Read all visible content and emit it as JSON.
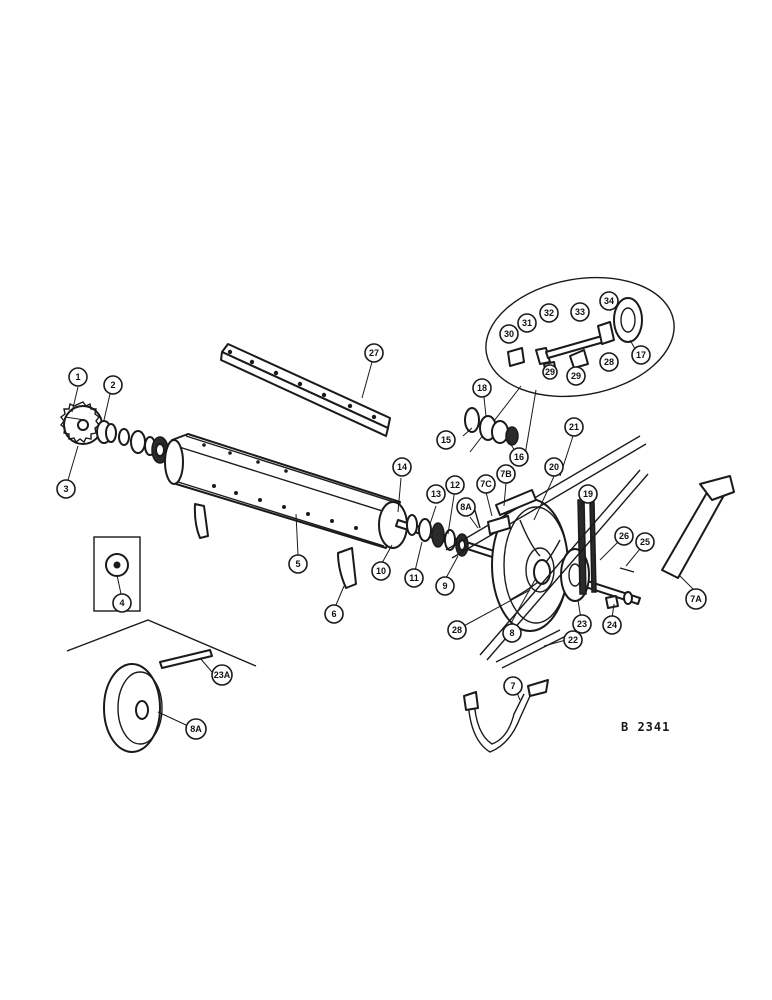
{
  "drawing_number": "B 2341",
  "callouts": [
    {
      "label": "1"
    },
    {
      "label": "2"
    },
    {
      "label": "3"
    },
    {
      "label": "4"
    },
    {
      "label": "5"
    },
    {
      "label": "6"
    },
    {
      "label": "7"
    },
    {
      "label": "7A"
    },
    {
      "label": "7B"
    },
    {
      "label": "7C"
    },
    {
      "label": "8"
    },
    {
      "label": "8A"
    },
    {
      "label": "8A"
    },
    {
      "label": "9"
    },
    {
      "label": "10"
    },
    {
      "label": "11"
    },
    {
      "label": "12"
    },
    {
      "label": "13"
    },
    {
      "label": "14"
    },
    {
      "label": "15"
    },
    {
      "label": "16"
    },
    {
      "label": "17"
    },
    {
      "label": "18"
    },
    {
      "label": "19"
    },
    {
      "label": "20"
    },
    {
      "label": "21"
    },
    {
      "label": "22"
    },
    {
      "label": "23"
    },
    {
      "label": "23A"
    },
    {
      "label": "24"
    },
    {
      "label": "25"
    },
    {
      "label": "26"
    },
    {
      "label": "27"
    },
    {
      "label": "28"
    },
    {
      "label": "29"
    },
    {
      "label": "29"
    },
    {
      "label": "30"
    },
    {
      "label": "31"
    },
    {
      "label": "32"
    },
    {
      "label": "33"
    },
    {
      "label": "34"
    },
    {
      "label": "28"
    }
  ]
}
